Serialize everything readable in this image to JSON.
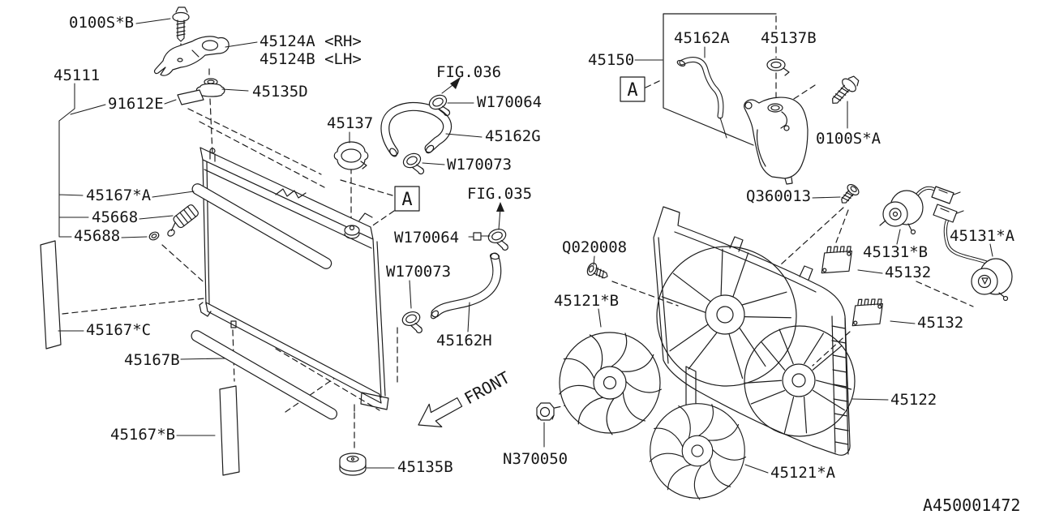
{
  "diagram": {
    "drawing_number": "A450001472",
    "front_indicator": "FRONT",
    "marker_a": "A",
    "figure_refs": {
      "fig_036": "FIG.036",
      "fig_035": "FIG.035"
    },
    "labels": {
      "bolt_0100s_b": "0100S*B",
      "bracket_rh": "45124A <RH>",
      "bracket_lh": "45124B <LH>",
      "radiator": "45111",
      "caution_label": "91612E",
      "cushion_upper": "45135D",
      "radiator_cap": "45137",
      "clamp_upper_1": "W170064",
      "hose_upper": "45162G",
      "clamp_lower_1": "W170073",
      "seal_a": "45167*A",
      "drain_cock": "45668",
      "drain_oring": "45688",
      "clamp_upper_2": "W170064",
      "clamp_lower_2": "W170073",
      "seal_c": "45167*C",
      "seal_plate": "45167B",
      "seal_b": "45167*B",
      "hose_lower": "45162H",
      "cushion_lower": "45135B",
      "reservoir_assy": "45150",
      "reservoir_hose": "45162A",
      "reservoir_cap": "45137B",
      "bolt_0100s_a": "0100S*A",
      "screw_q360013": "Q360013",
      "motor_b": "45131*B",
      "motor_a": "45131*A",
      "resistor_1": "45132",
      "resistor_2": "45132",
      "screw_q020008": "Q020008",
      "fan_b": "45121*B",
      "shroud": "45122",
      "nut_n370050": "N370050",
      "fan_a": "45121*A"
    }
  }
}
